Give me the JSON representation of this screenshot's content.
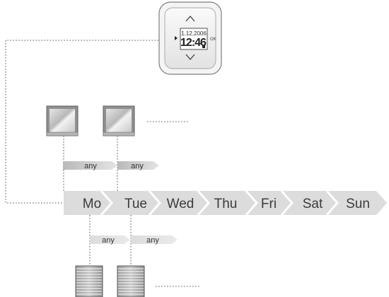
{
  "device": {
    "date": "1.12.2006",
    "time": "12:46",
    "ok_label": "OK",
    "icons": [
      "arrow-up-icon",
      "arrow-down-icon",
      "arrow-left-icon"
    ]
  },
  "windows": [
    {
      "name": "window-1",
      "icon": "window-icon"
    },
    {
      "name": "window-2",
      "icon": "window-icon"
    }
  ],
  "shutters": [
    {
      "name": "shutter-1",
      "icon": "roller-shutter-icon"
    },
    {
      "name": "shutter-2",
      "icon": "roller-shutter-icon"
    }
  ],
  "weekdays": [
    "Mo",
    "Tue",
    "Wed",
    "Thu",
    "Fri",
    "Sat",
    "Sun"
  ],
  "tags": {
    "top": [
      "any",
      "any"
    ],
    "bottom": [
      "any",
      "any"
    ]
  },
  "colors": {
    "day_band": "#dcdcdc",
    "day_divider": "#ffffff",
    "day_text": "#3c3c3c",
    "tag_fill": "#cfcfcf",
    "dotted_line": "#7a7a7a"
  }
}
